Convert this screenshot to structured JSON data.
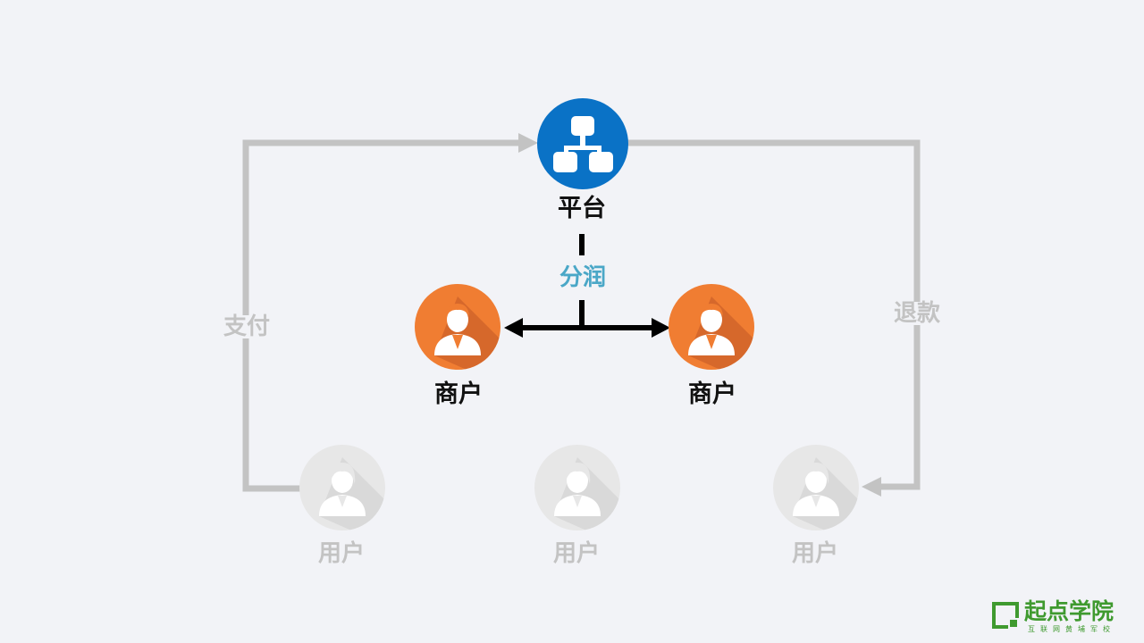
{
  "diagram": {
    "nodes": {
      "platform": {
        "label": "平台",
        "color": "#0a72c6",
        "icon": "org-chart-icon"
      },
      "merchant_left": {
        "label": "商户",
        "color": "#f07d32",
        "icon": "businessman-icon"
      },
      "merchant_right": {
        "label": "商户",
        "color": "#f07d32",
        "icon": "businessman-icon"
      },
      "user_left": {
        "label": "用户",
        "color": "#e7e7e7",
        "icon": "user-icon"
      },
      "user_center": {
        "label": "用户",
        "color": "#e7e7e7",
        "icon": "user-icon"
      },
      "user_right": {
        "label": "用户",
        "color": "#e7e7e7",
        "icon": "user-icon"
      }
    },
    "edges": {
      "pay": {
        "label": "支付",
        "from": "user_left",
        "to": "platform"
      },
      "refund": {
        "label": "退款",
        "from": "platform",
        "to": "user_right"
      },
      "profit_share": {
        "label": "分润",
        "from": "platform",
        "to": [
          "merchant_left",
          "merchant_right"
        ]
      }
    },
    "colors": {
      "flow_line": "#c3c3c3",
      "share_line": "#000000",
      "share_text": "#4aa7c7"
    }
  },
  "logo": {
    "name": "起点学院",
    "subtitle": "互联网黄埔军校",
    "color": "#3f9a2f"
  }
}
